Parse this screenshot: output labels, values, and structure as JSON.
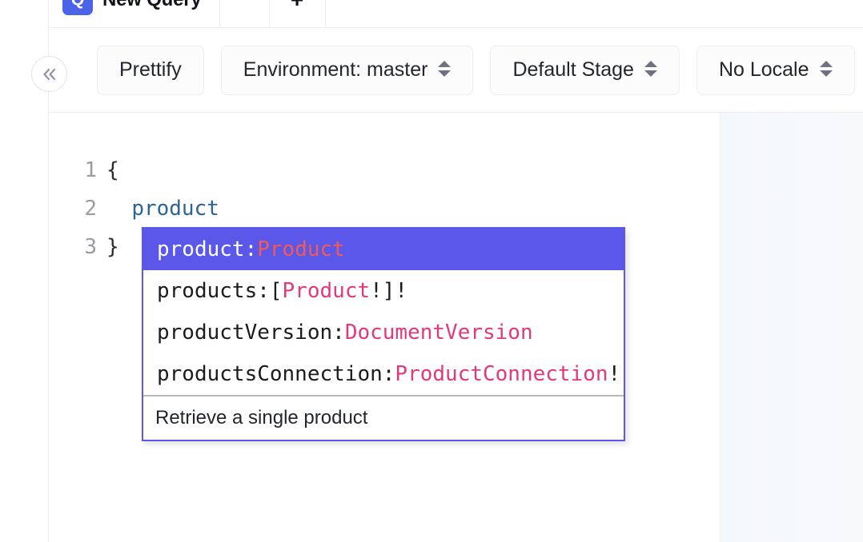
{
  "tabbar": {
    "tabs": [
      {
        "badge": "Q",
        "label": "New Query",
        "badge_color": "#4a63e7"
      }
    ],
    "add_tab_label": "+"
  },
  "toolbar": {
    "prettify_label": "Prettify",
    "environment_label": "Environment: master",
    "stage_label": "Default Stage",
    "locale_label": "No Locale"
  },
  "sidebar": {
    "collapse_icon": "chevrons-left-icon"
  },
  "editor": {
    "lines": [
      {
        "number": "1",
        "text": "{",
        "type": "punctuation"
      },
      {
        "number": "2",
        "text": "  product",
        "type": "field"
      },
      {
        "number": "3",
        "text": "}",
        "type": "punctuation"
      }
    ],
    "line_numbers": [
      "1",
      "2",
      "3"
    ],
    "line1_text": "{",
    "line2_text": "product",
    "line3_text": "}"
  },
  "autocomplete": {
    "items": [
      {
        "name": "product: ",
        "type": "Product",
        "suffix": "",
        "prefix": "",
        "selected": true
      },
      {
        "name": "products: ",
        "prefix": "[",
        "type": "Product",
        "suffix": "!]!",
        "selected": false
      },
      {
        "name": "productVersion: ",
        "prefix": "",
        "type": "DocumentVersion",
        "suffix": "",
        "selected": false
      },
      {
        "name": "productsConnection: ",
        "prefix": "",
        "type": "ProductConnection",
        "suffix": "!",
        "selected": false
      }
    ],
    "description": "Retrieve a single product"
  },
  "colors": {
    "accent_indigo": "#5b57e8",
    "tab_badge_blue": "#4a63e7",
    "type_pink": "#e3397a",
    "type_selected_salmon": "#f05a57",
    "field_blue": "#2d6496",
    "gutter_gray": "#9a9ba3"
  }
}
